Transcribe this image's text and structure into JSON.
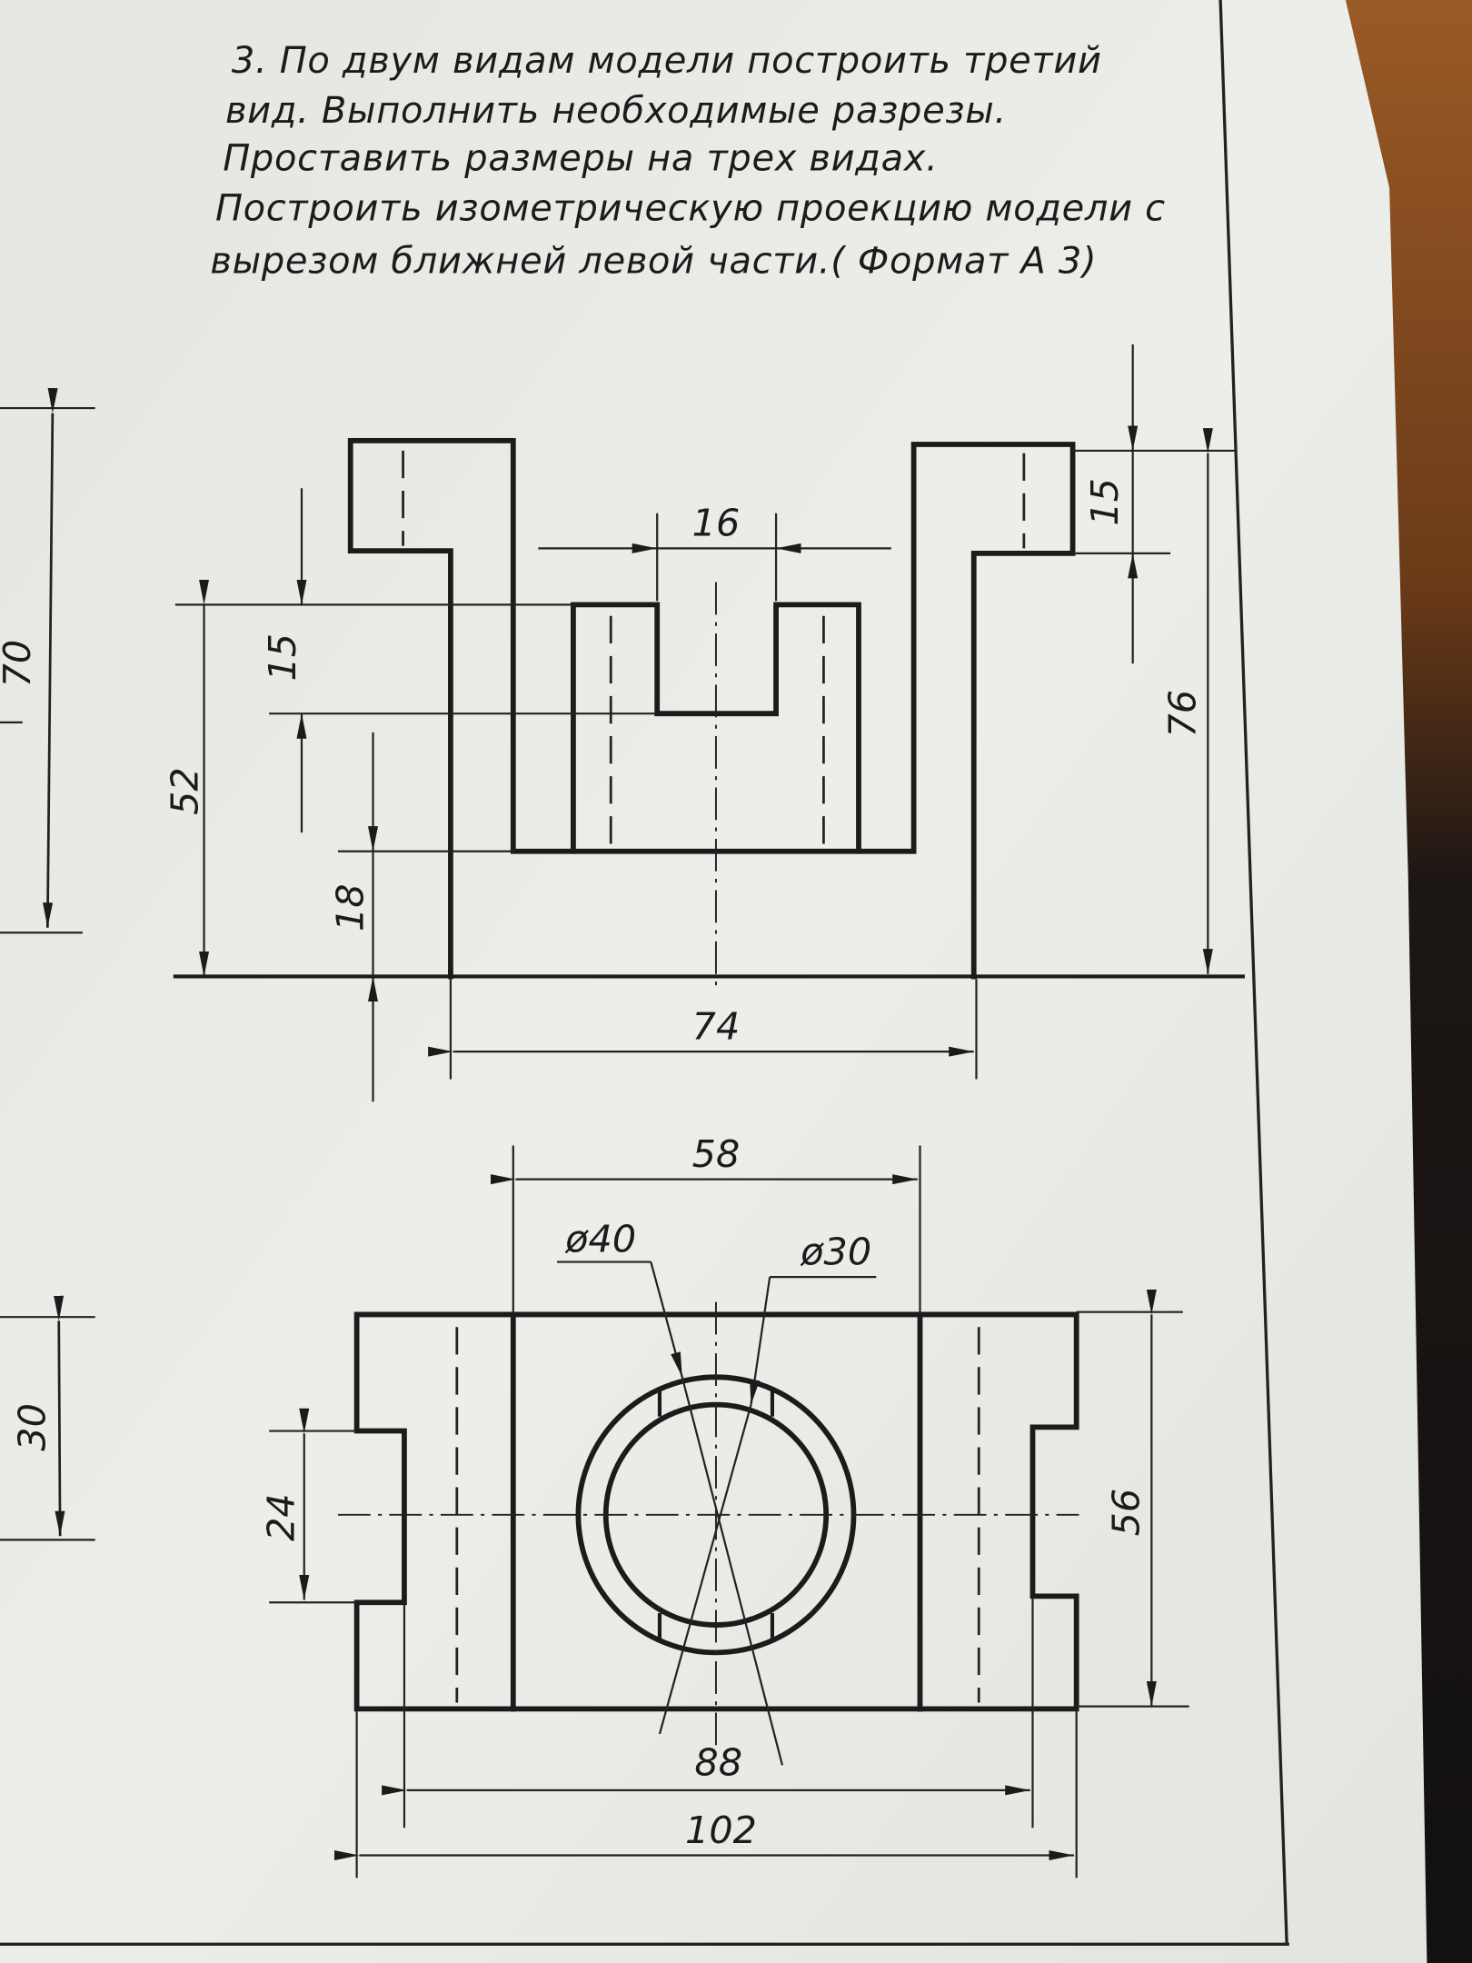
{
  "task": {
    "lines": [
      "3. По двум видам модели построить третий",
      "вид. Выполнить необходимые разрезы.",
      "Проставить размеры на трех видах.",
      "Построить изометрическую проекцию модели с",
      "вырезом ближней левой части.( Формат А 3)"
    ]
  },
  "left_view_partial": {
    "dim_height": "70",
    "dim_depth": "30"
  },
  "front_view": {
    "dim_slot_width": "16",
    "dim_slot_depth": "15",
    "dim_boss_height": "52",
    "dim_base_height": "18",
    "dim_lug_height": "15",
    "dim_total_height": "76",
    "dim_width": "74"
  },
  "top_view": {
    "dim_inner_width": "58",
    "dim_outer_diameter": "ø40",
    "dim_inner_diameter": "ø30",
    "dim_notch": "24",
    "dim_depth": "56",
    "dim_inner_length": "88",
    "dim_total_length": "102"
  },
  "colors": {
    "paper": "#e9ebe6",
    "ink": "#1b1b1b",
    "background_dark": "#1a1614",
    "background_orange": "#8a4a1c"
  }
}
